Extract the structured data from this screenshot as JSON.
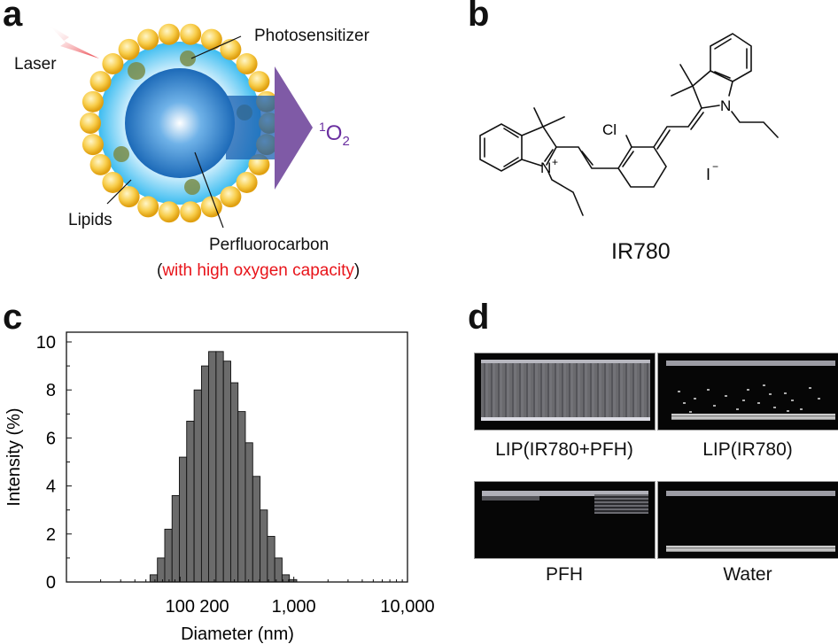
{
  "panels": {
    "a": {
      "letter": "a",
      "labels": {
        "laser": "Laser",
        "photosensitizer": "Photosensitizer",
        "lipids": "Lipids",
        "perfluorocarbon": "Perfluorocarbon",
        "paren_open": "(",
        "capacity": "with high oxygen capacity",
        "paren_close": ")",
        "singlet_oxygen_sup": "1",
        "singlet_oxygen_main": "O",
        "singlet_oxygen_sub": "2"
      },
      "colors": {
        "lipid_bead": "#f5c242",
        "shell": "#5cc8f0",
        "core": "#1a6fc0",
        "arrow": "#7f5aa6",
        "capacity_text": "#e8141a",
        "laser": "#e8323a"
      }
    },
    "b": {
      "letter": "b",
      "compound_name": "IR780",
      "atoms": {
        "chlorine": "Cl",
        "nitrogen_cation": "N",
        "plus": "+",
        "nitrogen": "N",
        "iodide": "I",
        "minus": "−"
      }
    },
    "c": {
      "letter": "c"
    },
    "d": {
      "letter": "d",
      "images": [
        {
          "caption": "LIP(IR780+PFH)",
          "appearance": "bright-speckled"
        },
        {
          "caption": "LIP(IR780)",
          "appearance": "sparse-dots"
        },
        {
          "caption": "PFH",
          "appearance": "top-band-only"
        },
        {
          "caption": "Water",
          "appearance": "dark"
        }
      ]
    }
  },
  "chart_data": {
    "type": "bar",
    "title": "",
    "xlabel": "Diameter (nm)",
    "ylabel": "Intensity (%)",
    "x_scale": "log",
    "xlim": [
      10,
      10000
    ],
    "ylim": [
      0,
      10
    ],
    "x_tick_labels": [
      "100",
      "200",
      "1,000",
      "10,000"
    ],
    "x_tick_values": [
      100,
      200,
      1000,
      10000
    ],
    "y_ticks": [
      0,
      2,
      4,
      6,
      8,
      10
    ],
    "grid": false,
    "bar_color": "#6b6b6b",
    "x": [
      58.6,
      68.0,
      78.9,
      91.5,
      106,
      123,
      143,
      166,
      192,
      223,
      259,
      300,
      348,
      404,
      469,
      544,
      631,
      732,
      849,
      985
    ],
    "values": [
      0.3,
      1.0,
      2.2,
      3.6,
      5.2,
      6.7,
      8.0,
      9.0,
      9.6,
      9.6,
      9.2,
      8.3,
      7.1,
      5.8,
      4.4,
      3.0,
      1.9,
      1.0,
      0.3,
      0.1
    ]
  }
}
